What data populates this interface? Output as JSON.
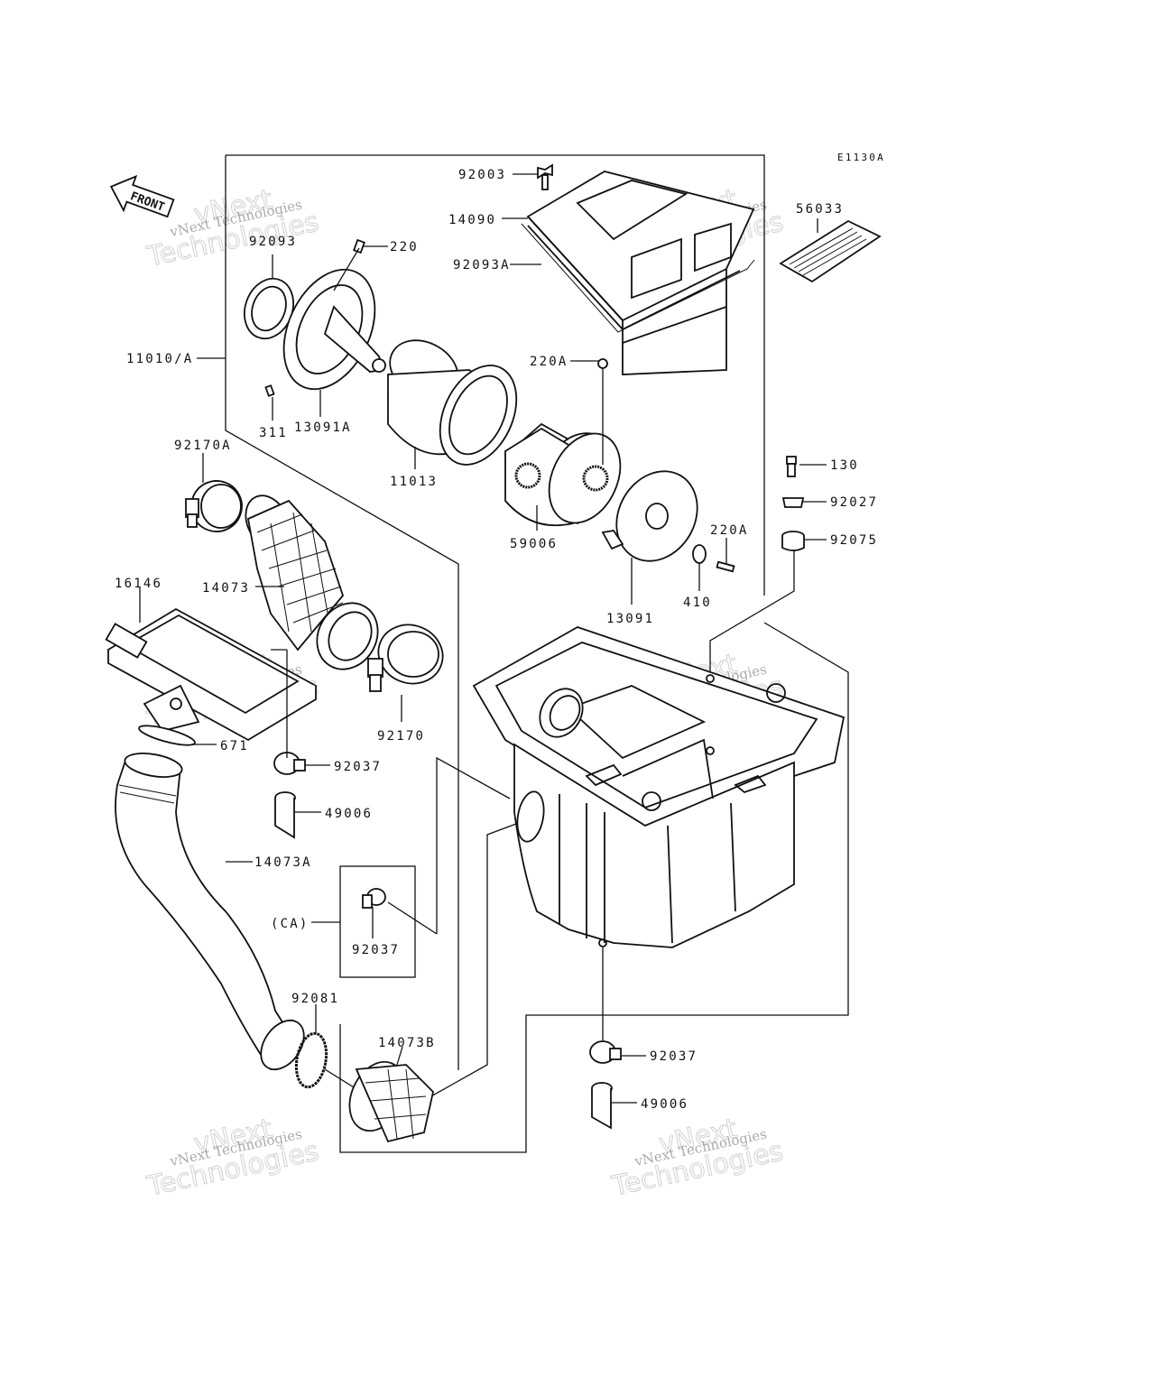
{
  "diagram_code": "E1130A",
  "front_label": "FRONT",
  "callouts": [
    {
      "id": "92003",
      "text": "92003"
    },
    {
      "id": "14090",
      "text": "14090"
    },
    {
      "id": "92093A",
      "text": "92093A"
    },
    {
      "id": "56033",
      "text": "56033"
    },
    {
      "id": "92093",
      "text": "92093"
    },
    {
      "id": "220",
      "text": "220"
    },
    {
      "id": "11010A",
      "text": "11010/A"
    },
    {
      "id": "311",
      "text": "311"
    },
    {
      "id": "13091A",
      "text": "13091A"
    },
    {
      "id": "11013",
      "text": "11013"
    },
    {
      "id": "220A-top",
      "text": "220A"
    },
    {
      "id": "59006",
      "text": "59006"
    },
    {
      "id": "130",
      "text": "130"
    },
    {
      "id": "92027",
      "text": "92027"
    },
    {
      "id": "92075",
      "text": "92075"
    },
    {
      "id": "220A-bottom",
      "text": "220A"
    },
    {
      "id": "410",
      "text": "410"
    },
    {
      "id": "13091",
      "text": "13091"
    },
    {
      "id": "92170A",
      "text": "92170A"
    },
    {
      "id": "16146",
      "text": "16146"
    },
    {
      "id": "14073",
      "text": "14073"
    },
    {
      "id": "92170",
      "text": "92170"
    },
    {
      "id": "671",
      "text": "671"
    },
    {
      "id": "92037-a",
      "text": "92037"
    },
    {
      "id": "49006-a",
      "text": "49006"
    },
    {
      "id": "14073A",
      "text": "14073A"
    },
    {
      "id": "CA",
      "text": "(CA)"
    },
    {
      "id": "92037-ca",
      "text": "92037"
    },
    {
      "id": "92081",
      "text": "92081"
    },
    {
      "id": "14073B",
      "text": "14073B"
    },
    {
      "id": "92037-b",
      "text": "92037"
    },
    {
      "id": "49006-b",
      "text": "49006"
    }
  ],
  "watermark": {
    "line1": "vNext Technologies",
    "line2": "Technologies",
    "line3": "vNext"
  }
}
